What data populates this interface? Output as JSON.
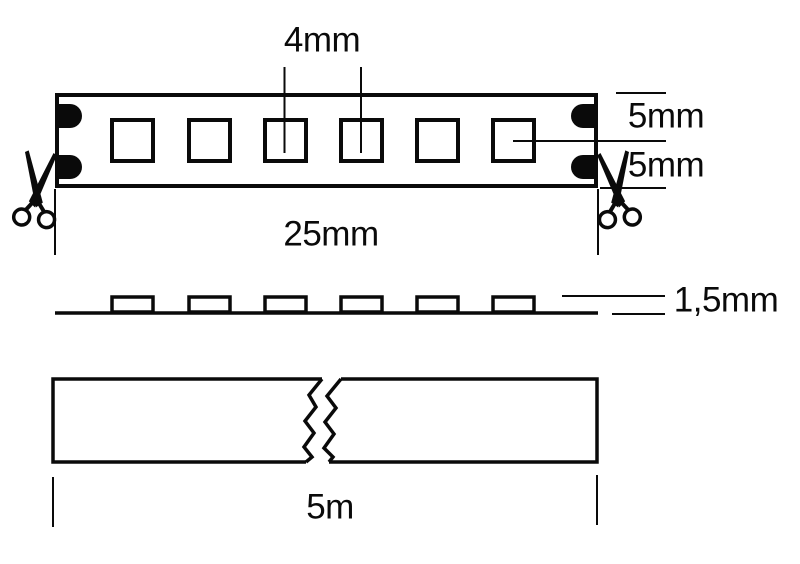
{
  "diagram": {
    "title": "led-strip-dimension-drawing",
    "colors": {
      "line": "#0a0a0a",
      "background": "#ffffff",
      "pad_fill": "#0a0a0a"
    },
    "labels": {
      "led_pitch": "4mm",
      "upper_half_width": "5mm",
      "lower_half_width": "5mm",
      "cut_length": "25mm",
      "profile_height": "1,5mm",
      "total_length": "5m"
    },
    "top_view": {
      "led_count": 6,
      "solder_pad_count": 4,
      "scissor_icons": 2
    },
    "side_view": {
      "chip_count": 6
    },
    "reel_view": {
      "break_symbol": "zigzag"
    },
    "icons": {
      "left_cut": "scissors-icon",
      "right_cut": "scissors-icon"
    }
  }
}
